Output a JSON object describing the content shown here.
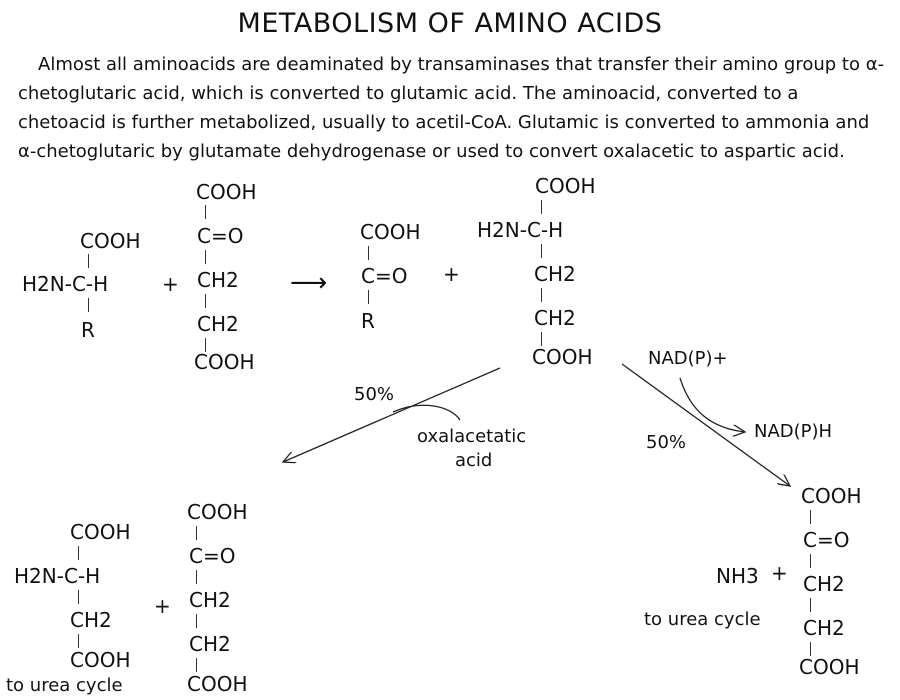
{
  "title": "METABOLISM  OF  AMINO ACIDS",
  "intro": "Almost all aminoacids are deaminated by transaminases that transfer their amino group to α-chetoglutaric acid, which is converted to glutamic acid. The aminoacid, converted to a chetoacid is further metabolized, usually to acetil-CoA. Glutamic is converted to ammonia and α-chetoglutaric by glutamate dehydrogenase or used to convert oxalacetic to aspartic acid.",
  "formulas": {
    "amino_acid": {
      "top": "COOH",
      "mid": "H2N-C-H",
      "bottom": "R"
    },
    "plus1": "+",
    "a_ketoglutarate": [
      "COOH",
      "C=O",
      "CH2",
      "CH2",
      "COOH"
    ],
    "arrow": "⟶",
    "keto_acid": [
      "COOH",
      "C=O",
      "R"
    ],
    "plus2": "+",
    "glutamate": [
      "COOH",
      "H2N-C-H",
      "CH2",
      "CH2",
      "COOH"
    ],
    "aspartate": [
      "COOH",
      "H2N-C-H",
      "CH2",
      "COOH"
    ],
    "plus3": "+",
    "a_ketoglutarate2": [
      "COOH",
      "C=O",
      "CH2",
      "CH2",
      "COOH"
    ],
    "nh3": "NH3",
    "plus4": "+",
    "a_ketoglutarate3": [
      "COOH",
      "C=O",
      "CH2",
      "CH2",
      "COOH"
    ]
  },
  "labels": {
    "pct_left": "50%",
    "oxalacetic": "oxalacetatic",
    "oxalacetic2": "acid",
    "pct_right": "50%",
    "nadp_plus": "NAD(P)+",
    "nadph": "NAD(P)H",
    "urea_left": "to urea cycle",
    "urea_right": "to urea cycle"
  }
}
